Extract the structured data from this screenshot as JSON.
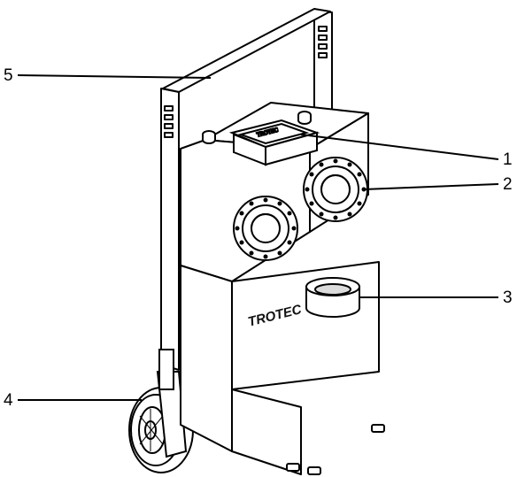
{
  "figure": {
    "logo_text": "TROTEC",
    "display_text": "TROTEC",
    "colors": {
      "line": "#000000",
      "fill": "#ffffff",
      "shade": "#dcdcdc"
    }
  },
  "callouts": [
    {
      "number": "1",
      "part": "control-panel-display"
    },
    {
      "number": "2",
      "part": "fan-grille"
    },
    {
      "number": "3",
      "part": "air-outlet"
    },
    {
      "number": "4",
      "part": "wheel"
    },
    {
      "number": "5",
      "part": "push-handle"
    }
  ]
}
